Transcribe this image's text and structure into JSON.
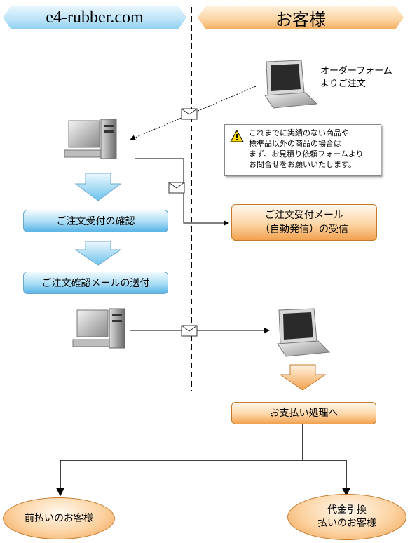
{
  "header": {
    "left_title": "e4-rubber.com",
    "right_title": "お客様"
  },
  "customer_order": {
    "line1": "オーダーフォーム",
    "line2": "よりご注文"
  },
  "notice": {
    "lines": [
      "これまでに実績のない商品や",
      "標準品以外の商品の場合は",
      "まず、お見積り依頼フォームより",
      "お問合せをお願いいたします。"
    ]
  },
  "steps": {
    "order_confirm": "ご注文受付の確認",
    "send_mail": "ご注文確認メールの送付",
    "receive_mail_line1": "ご注文受付メール",
    "receive_mail_line2": "（自動発信）の受信",
    "payment": "お支払い処理へ"
  },
  "outcomes": {
    "prepay": "前払いのお客様",
    "cod_line1": "代金引換",
    "cod_line2": "払いのお客様"
  },
  "colors": {
    "company_accent": "#5ab5e6",
    "customer_accent": "#f2a14f"
  }
}
